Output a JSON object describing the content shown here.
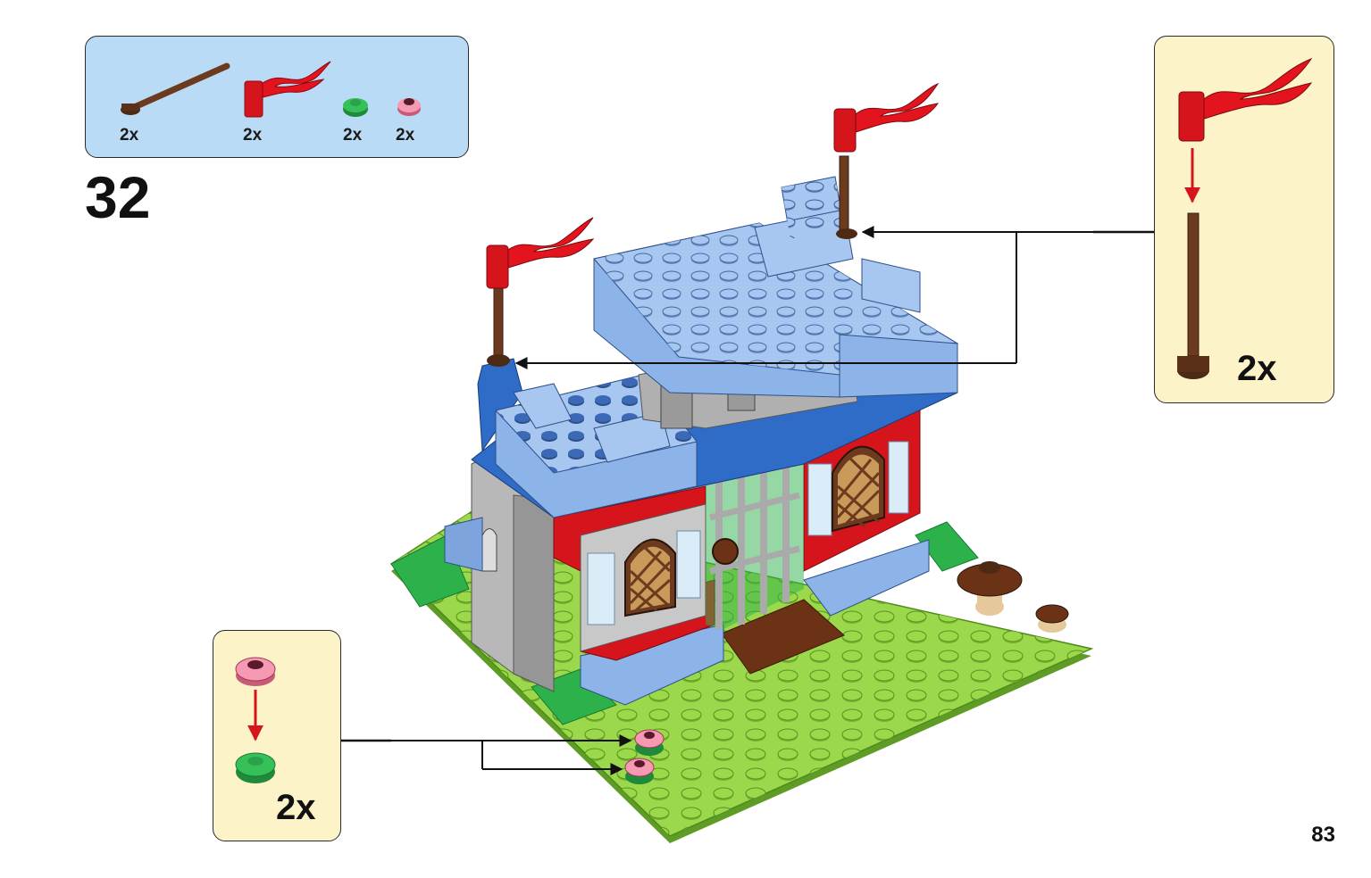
{
  "step": {
    "number": "32"
  },
  "parts_list": {
    "items": [
      {
        "icon": "brown-bar-icon",
        "qty": "2x",
        "color": "#6b3a1f"
      },
      {
        "icon": "red-flag-icon",
        "qty": "2x",
        "color": "#d6141c"
      },
      {
        "icon": "green-round-plate-icon",
        "qty": "2x",
        "color": "#2db14b"
      },
      {
        "icon": "pink-flower-plate-icon",
        "qty": "2x",
        "color": "#f08aa4"
      }
    ]
  },
  "callouts": {
    "flag_assembly": {
      "qty": "2x"
    },
    "flower_assembly": {
      "qty": "2x"
    }
  },
  "page": {
    "number": "83"
  },
  "colors": {
    "parts_box_bg": "#b9dbf6",
    "callout_bg": "#fdf3c8",
    "baseplate_green": "#8fd13f",
    "castle_light_blue": "#8cb4e8",
    "castle_dark_blue": "#2f6cc8",
    "castle_grey": "#a8a8a8",
    "castle_red": "#d6141c"
  }
}
